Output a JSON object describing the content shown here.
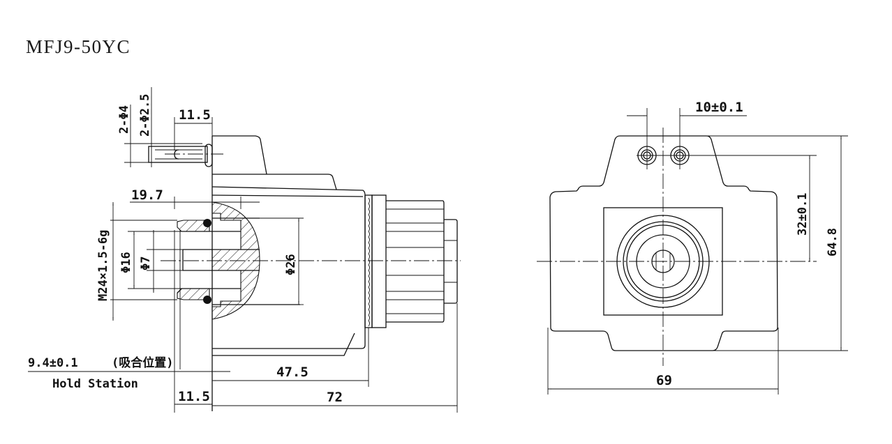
{
  "title": "MFJ9-50YC",
  "side_view": {
    "dims": {
      "pin_dia_outer": "2-Φ4",
      "pin_dia_inner": "2-Φ2.5",
      "pin_length": "11.5",
      "seat_depth": "19.7",
      "thread": "M24×1.5-6g",
      "bore_16": "Φ16",
      "bore_7": "Φ7",
      "dome_26": "Φ26",
      "hold_station_value": "9.4±0.1",
      "hold_station_cn": "(吸合位置)",
      "hold_station_label": "Hold Station",
      "flange_width": "11.5",
      "body_length": "47.5",
      "overall_length": "72"
    }
  },
  "front_view": {
    "dims": {
      "pin_spacing": "10±0.1",
      "pin_height": "32±0.1",
      "overall_height": "64.8",
      "overall_width": "69"
    }
  },
  "colors": {
    "line": "#111111",
    "background": "#ffffff"
  }
}
